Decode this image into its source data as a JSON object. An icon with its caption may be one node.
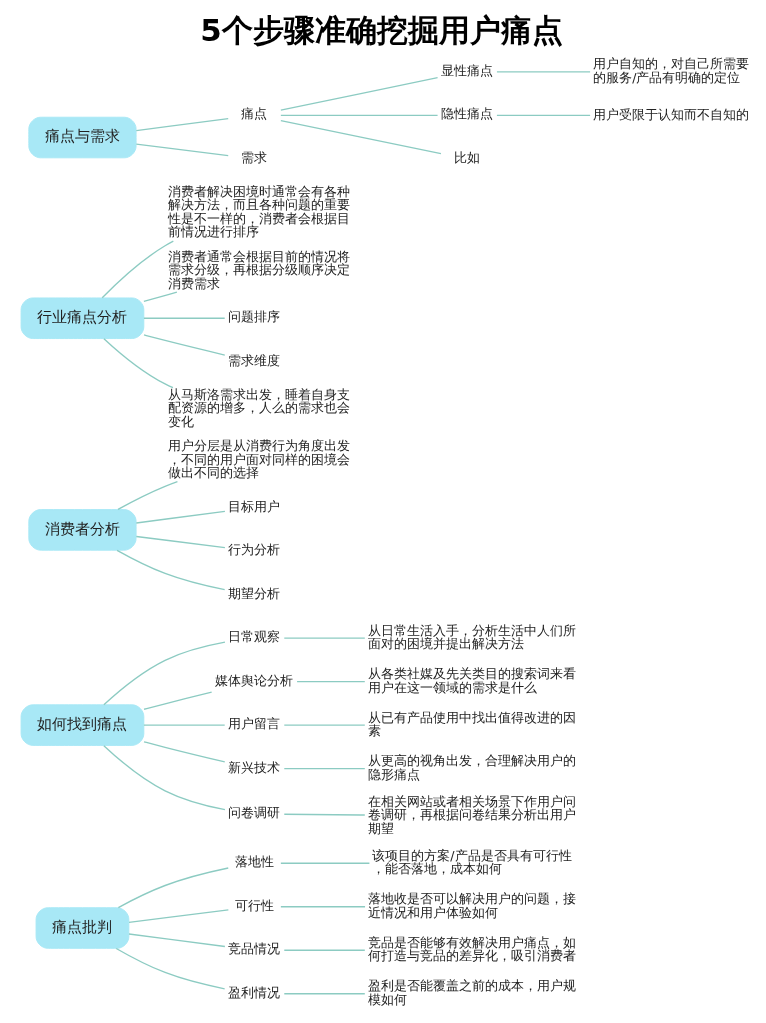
{
  "diagram": {
    "title": "5个步骤准确挖掘用户痛点",
    "nodes": [
      {
        "text": [
          "痛点与需求"
        ]
      },
      {
        "text": [
          "痛点"
        ]
      },
      {
        "text": [
          "显性痛点"
        ]
      },
      {
        "text": [
          "用户自知的，对自己所需要的服务/产品有明确的定位"
        ]
      },
      {
        "text": [
          "隐性痛点"
        ]
      },
      {
        "text": [
          "用户受限于认知而不自知的"
        ]
      },
      {
        "text": [
          "比如"
        ]
      },
      {
        "text": [
          "需求"
        ]
      },
      {
        "text": [
          "行业痛点分析"
        ]
      },
      {
        "text": [
          "消费者解决困境时通常会有各种解决方法，而且各种问题的重要性是不一样的，消费者会根据目前情况进行排序"
        ]
      },
      {
        "text": [
          "消费者通常会根据目前的情况将需求分级，再根据分级顺序决定消费需求"
        ]
      },
      {
        "text": [
          "问题排序"
        ]
      },
      {
        "text": [
          "需求维度"
        ]
      },
      {
        "text": [
          "从马斯洛需求出发，睡着自身支配资源的增多，人么的需求也会变化"
        ]
      },
      {
        "text": [
          "消费者分析"
        ]
      },
      {
        "text": [
          "用户分层是从消费行为角度出发，不同的用户面对同样的困境会做出不同的选择"
        ]
      },
      {
        "text": [
          "目标用户"
        ]
      },
      {
        "text": [
          "行为分析"
        ]
      },
      {
        "text": [
          "期望分析"
        ]
      },
      {
        "text": [
          "如何找到痛点"
        ]
      },
      {
        "text": [
          "日常观察"
        ]
      },
      {
        "text": [
          "从日常生活入手，分析生活中人们所面对的困境并提出解决方法"
        ]
      },
      {
        "text": [
          "媒体舆论分析"
        ]
      },
      {
        "text": [
          "从各类社媒及先关类目的搜索词来看用户在这一领域的需求是什么"
        ]
      },
      {
        "text": [
          "用户留言"
        ]
      },
      {
        "text": [
          "从已有产品使用中找出值得改进的因素"
        ]
      },
      {
        "text": [
          "新兴技术"
        ]
      },
      {
        "text": [
          "从更高的视角出发，合理解决用户的隐形痛点"
        ]
      },
      {
        "text": [
          "问卷调研"
        ]
      },
      {
        "text": [
          "在相关网站或者相关场景下作用户问卷调研，再根据问卷结果分析出用户期望"
        ]
      },
      {
        "text": [
          "痛点批判"
        ]
      },
      {
        "text": [
          "落地性"
        ]
      },
      {
        "text": [
          "该项目的方案/产品是否具有可行性，能否落地，成本如何"
        ]
      },
      {
        "text": [
          "可行性"
        ]
      },
      {
        "text": [
          "落地收是否可以解决用户的问题，接近情况和用户体验如何"
        ]
      },
      {
        "text": [
          "竞品情况"
        ]
      },
      {
        "text": [
          "竞品是否能够有效解决用户痛点，如何打造与竞品的差异化，吸引消费者"
        ]
      },
      {
        "text": [
          "盈利情况"
        ]
      },
      {
        "text": [
          "盈利是否能覆盖之前的成本，用户规模如何"
        ]
      }
    ],
    "edges": [
      {
        "from": 0,
        "to": 1,
        "arrow": "none"
      },
      {
        "from": 1,
        "to": 2,
        "arrow": "none"
      },
      {
        "from": 2,
        "to": 3,
        "arrow": "none"
      },
      {
        "from": 1,
        "to": 4,
        "arrow": "none"
      },
      {
        "from": 4,
        "to": 5,
        "arrow": "none"
      },
      {
        "from": 1,
        "to": 6,
        "arrow": "none"
      },
      {
        "from": 0,
        "to": 7,
        "arrow": "none"
      },
      {
        "from": 8,
        "to": 9,
        "arrow": "none"
      },
      {
        "from": 8,
        "to": 10,
        "arrow": "none"
      },
      {
        "from": 8,
        "to": 11,
        "arrow": "none"
      },
      {
        "from": 8,
        "to": 12,
        "arrow": "none"
      },
      {
        "from": 8,
        "to": 13,
        "arrow": "none"
      },
      {
        "from": 14,
        "to": 15,
        "arrow": "none"
      },
      {
        "from": 14,
        "to": 16,
        "arrow": "none"
      },
      {
        "from": 14,
        "to": 17,
        "arrow": "none"
      },
      {
        "from": 14,
        "to": 18,
        "arrow": "none"
      },
      {
        "from": 19,
        "to": 20,
        "arrow": "none"
      },
      {
        "from": 20,
        "to": 21,
        "arrow": "none"
      },
      {
        "from": 19,
        "to": 22,
        "arrow": "none"
      },
      {
        "from": 22,
        "to": 23,
        "arrow": "none"
      },
      {
        "from": 19,
        "to": 24,
        "arrow": "none"
      },
      {
        "from": 24,
        "to": 25,
        "arrow": "none"
      },
      {
        "from": 19,
        "to": 26,
        "arrow": "none"
      },
      {
        "from": 26,
        "to": 27,
        "arrow": "none"
      },
      {
        "from": 19,
        "to": 28,
        "arrow": "none"
      },
      {
        "from": 28,
        "to": 29,
        "arrow": "none"
      },
      {
        "from": 30,
        "to": 31,
        "arrow": "none"
      },
      {
        "from": 31,
        "to": 32,
        "arrow": "none"
      },
      {
        "from": 30,
        "to": 33,
        "arrow": "none"
      },
      {
        "from": 33,
        "to": 34,
        "arrow": "none"
      },
      {
        "from": 30,
        "to": 35,
        "arrow": "none"
      },
      {
        "from": 35,
        "to": 36,
        "arrow": "none"
      },
      {
        "from": 30,
        "to": 37,
        "arrow": "none"
      },
      {
        "from": 37,
        "to": 38,
        "arrow": "none"
      }
    ]
  }
}
